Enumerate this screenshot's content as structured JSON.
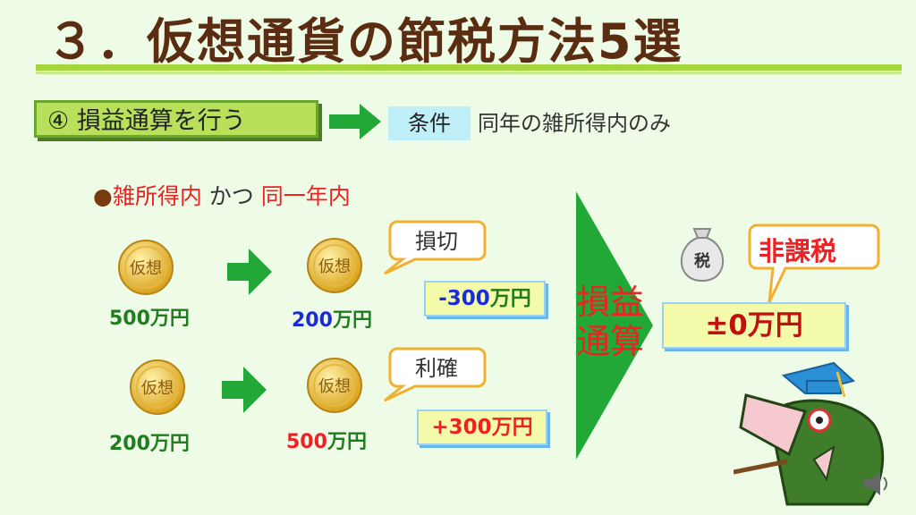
{
  "title": "３．仮想通貨の節税方法5選",
  "step": {
    "label": "④ 損益通算を行う"
  },
  "condition": {
    "label": "条件",
    "text": "同年の雑所得内のみ"
  },
  "bullet": {
    "mark": "●",
    "part1": "雑所得内",
    "part2": " かつ ",
    "part3": "同一年内"
  },
  "coin_text": "仮想",
  "rows": [
    {
      "before": "500万円",
      "after_num": "200",
      "after_unit": "万円",
      "tag": "損切",
      "value_num": "-300",
      "value_unit": "万円"
    },
    {
      "before": "200万円",
      "after_num": "500",
      "after_unit": "万円",
      "tag": "利確",
      "value_num": "+300",
      "value_unit": "万円"
    }
  ],
  "big_label": [
    "損益",
    "通算"
  ],
  "result": "±0万円",
  "nontax": "非課税",
  "tax_bag": "税",
  "colors": {
    "title": "#5a2d12",
    "accent_green": "#21a837",
    "red": "#e22222",
    "blue": "#1a2bd9",
    "dark_green": "#1f7d1f"
  }
}
